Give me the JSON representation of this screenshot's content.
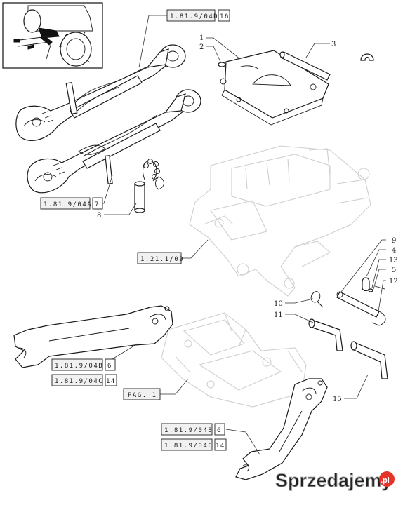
{
  "references": {
    "top_link_upper": {
      "code": "1.81.9/04D",
      "qty": "16"
    },
    "top_link_lower": {
      "code": "1.81.9/04A",
      "qty": "7"
    },
    "frame": {
      "code": "1.21.1/09"
    },
    "arm_left_b": {
      "code": "1.81.9/04B",
      "qty": "6"
    },
    "arm_left_c": {
      "code": "1.81.9/04C",
      "qty": "14"
    },
    "page_ref": {
      "code": "PAG. 1"
    },
    "arm_right_b": {
      "code": "1.81.9/04B",
      "qty": "6"
    },
    "arm_right_c": {
      "code": "1.81.9/04C",
      "qty": "14"
    }
  },
  "callouts": {
    "c1": "1",
    "c2": "2",
    "c3": "3",
    "c8": "8",
    "c9": "9",
    "c4": "4",
    "c13": "13",
    "c5": "5",
    "c12": "12",
    "c10": "10",
    "c11": "11",
    "c15": "15"
  },
  "watermark": {
    "text": "Sprzedajemy",
    "suffix": ".pl",
    "accent": "#e5332a"
  },
  "colors": {
    "line": "#1a1a1a",
    "ghost": "#cfcfcf",
    "box_fill": "#f1f1f1"
  },
  "icons": {
    "inset": "tractor-rear-icon"
  }
}
